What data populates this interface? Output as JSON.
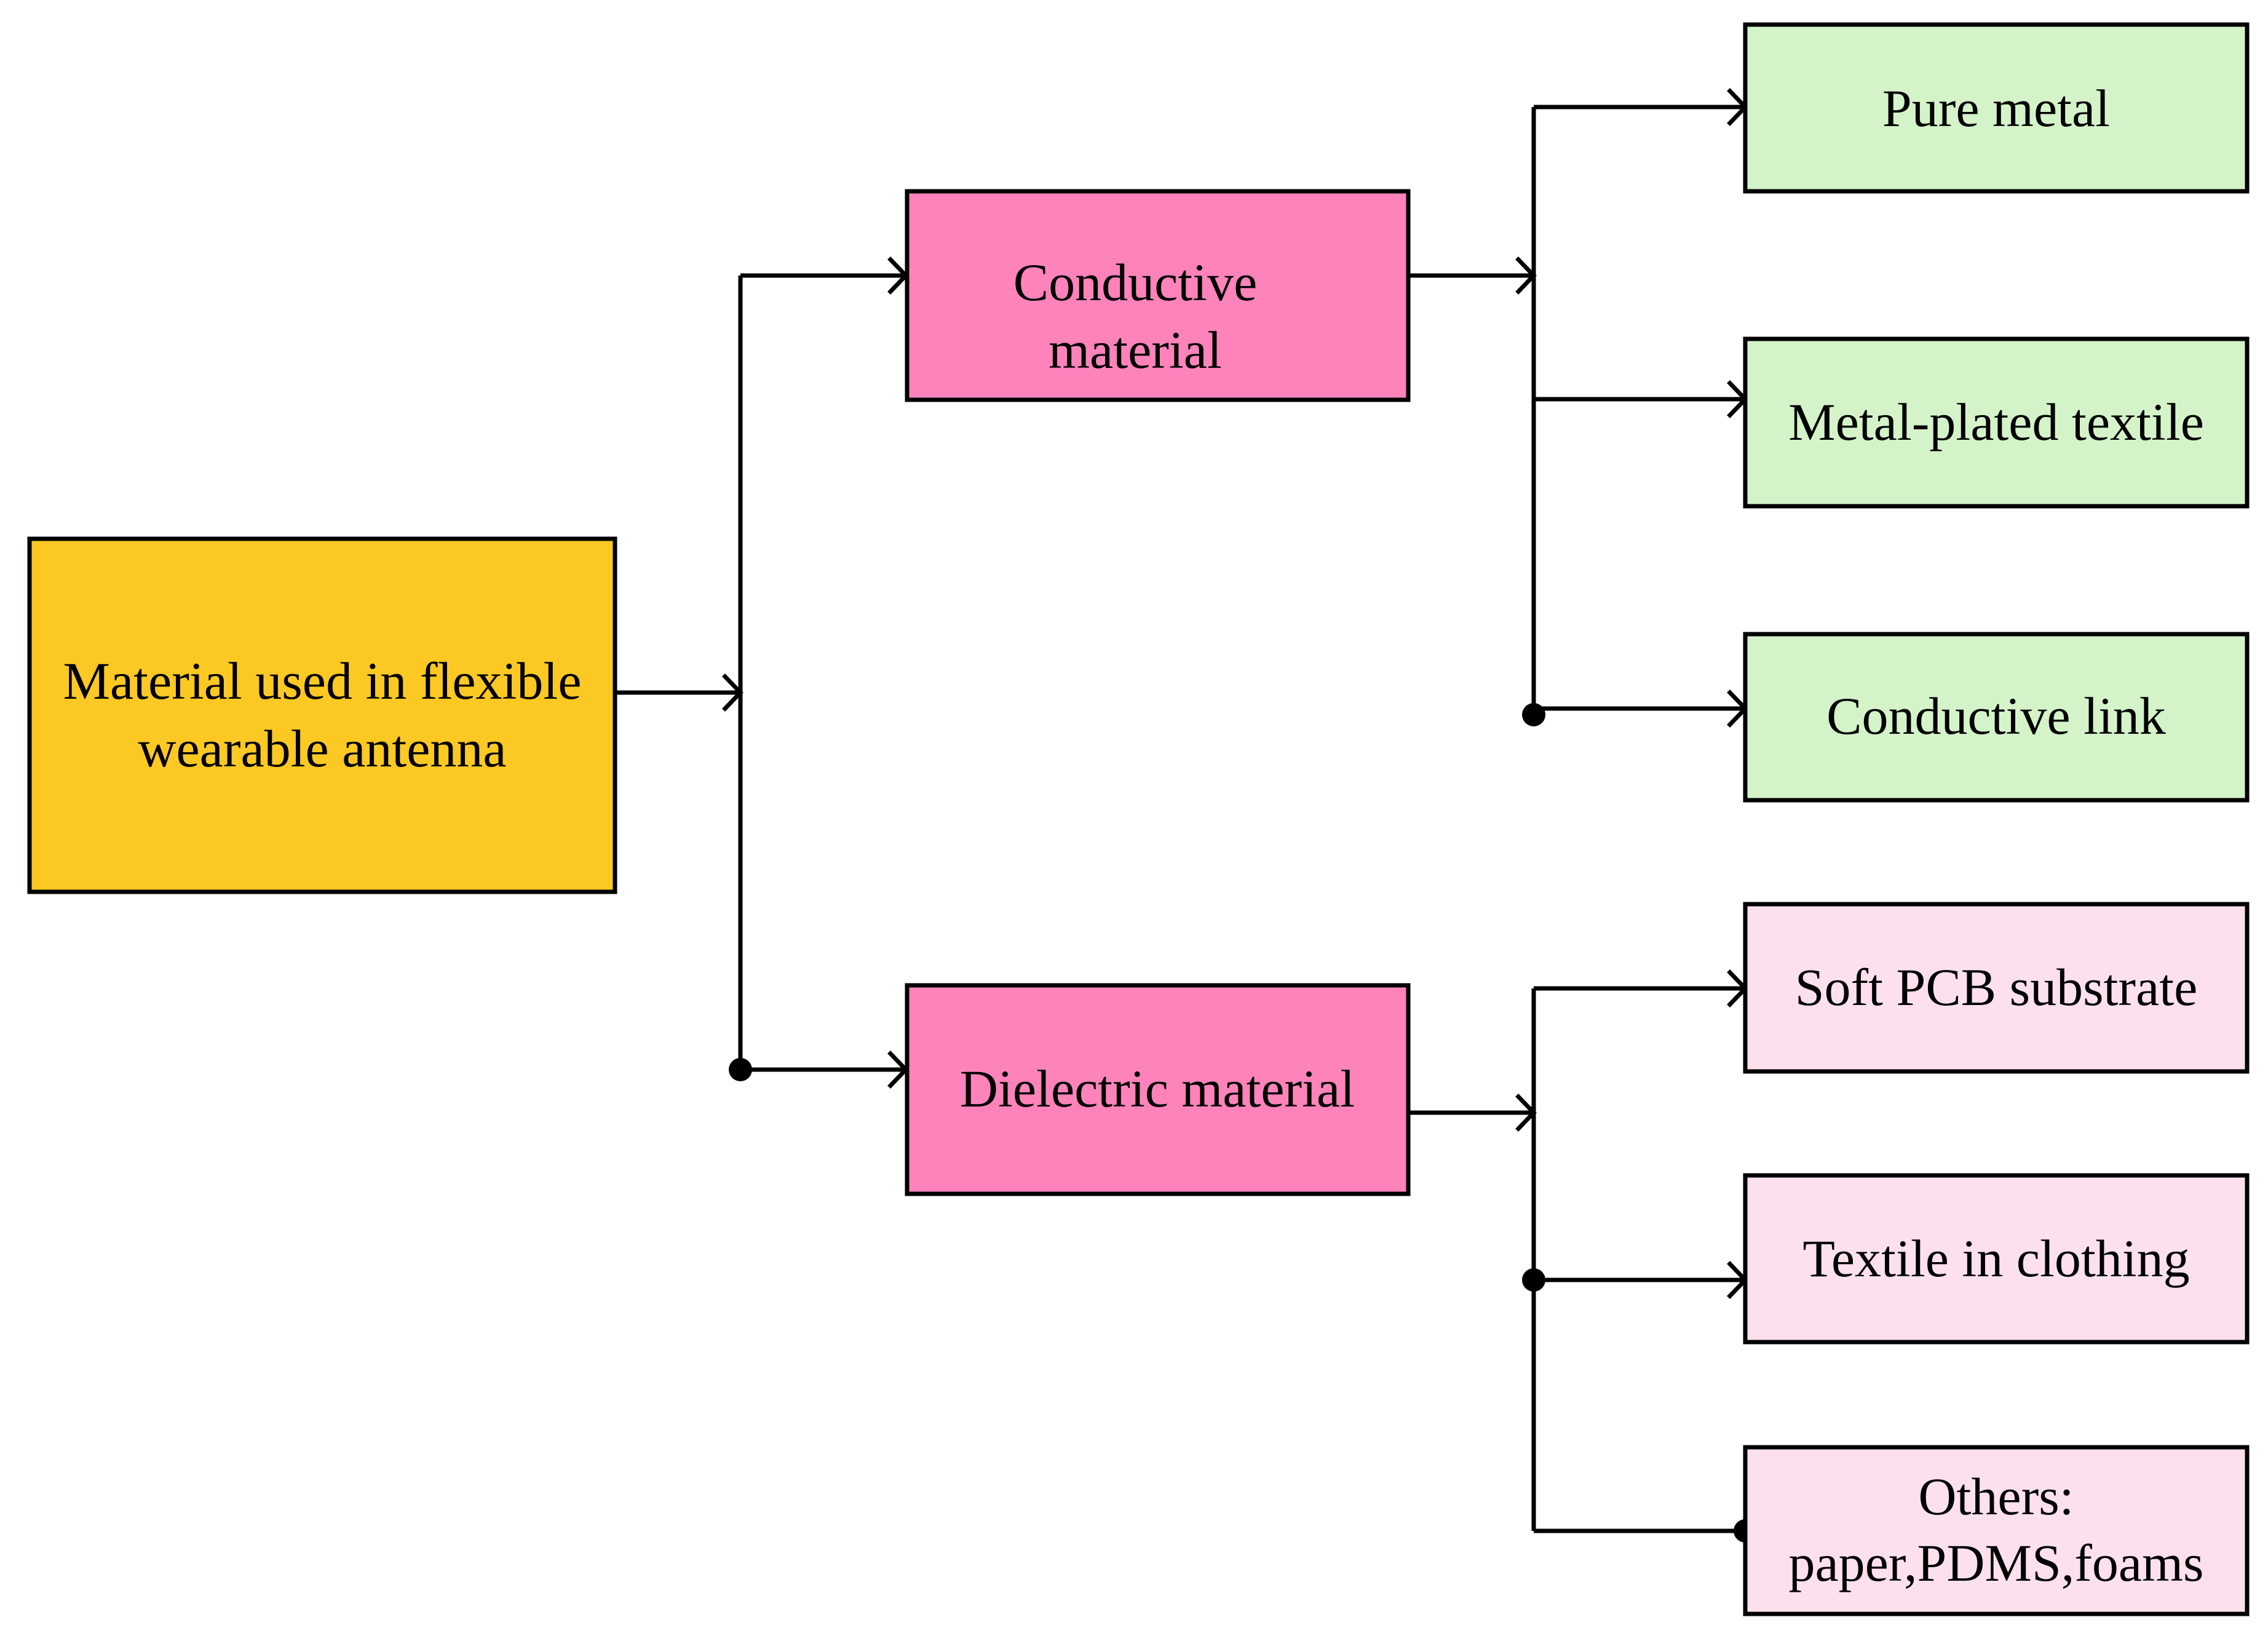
{
  "colors": {
    "root_fill": "#fcc823",
    "category_fill": "#fe83ba",
    "conductive_item_fill": "#d4f3c9",
    "dielectric_item_fill": "#fde0ee",
    "line": "#000000"
  },
  "root": {
    "label_line1": "Material used in flexible",
    "label_line2": "wearable antenna"
  },
  "categories": {
    "conductive": {
      "label_line1": "Conductive",
      "label_line2": "material",
      "items": [
        {
          "label": "Pure metal"
        },
        {
          "label": "Metal-plated textile"
        },
        {
          "label": "Conductive link"
        }
      ]
    },
    "dielectric": {
      "label": "Dielectric material",
      "items": [
        {
          "label": "Soft PCB substrate"
        },
        {
          "label": "Textile in clothing"
        },
        {
          "label_line1": "Others:",
          "label_line2": "paper,PDMS,foams"
        }
      ]
    }
  }
}
